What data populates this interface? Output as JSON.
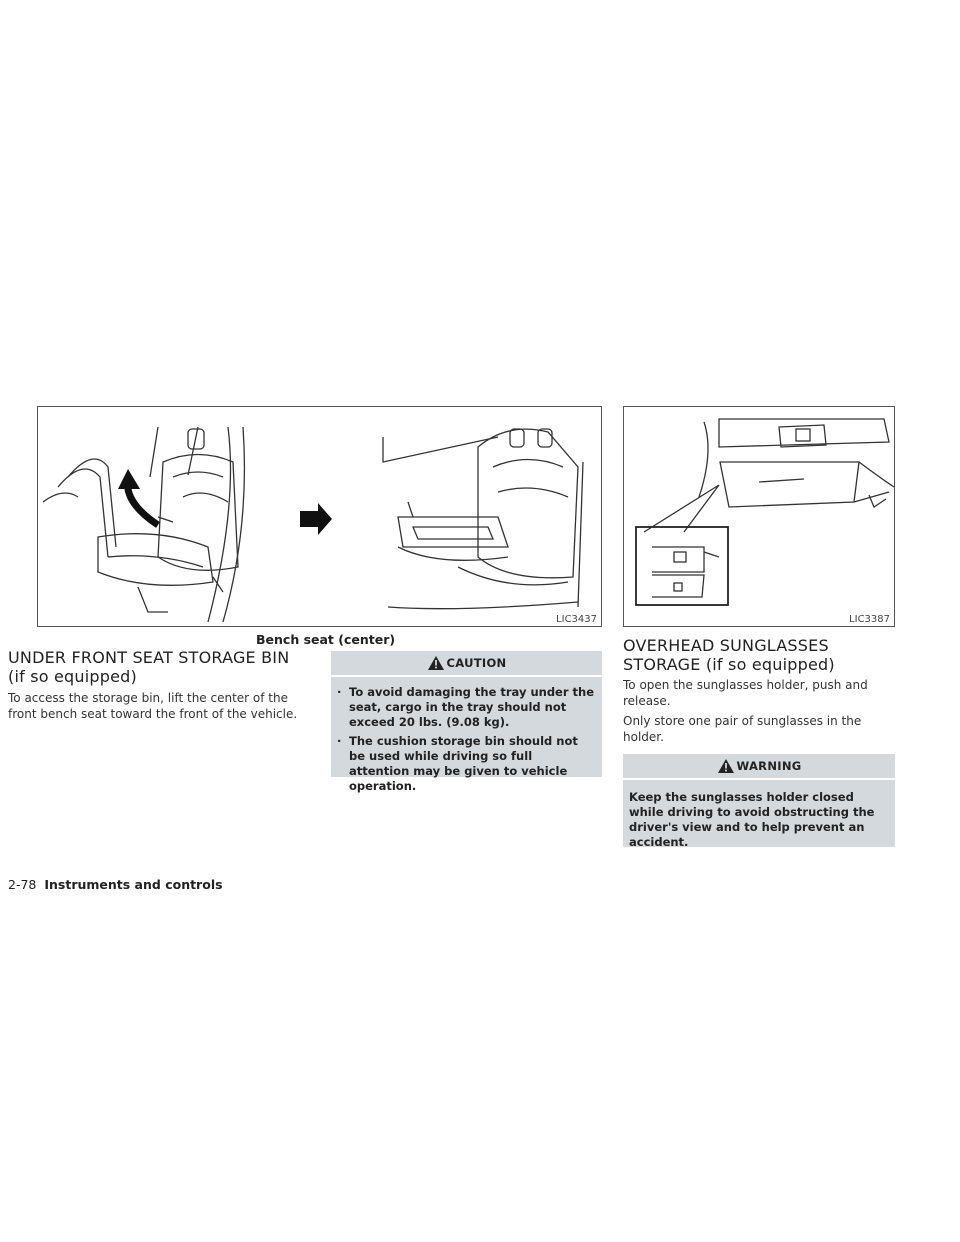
{
  "figures": {
    "seat": {
      "code": "LIC3437",
      "caption": "Bench seat (center)"
    },
    "sunglasses": {
      "code": "LIC3387"
    }
  },
  "left": {
    "title": "UNDER FRONT SEAT STORAGE BIN (if so equipped)",
    "body": "To access the storage bin, lift the center of the front bench seat toward the front of the vehicle."
  },
  "caution": {
    "label": "CAUTION",
    "items": [
      "To avoid damaging the tray under the seat, cargo in the tray should not exceed 20 lbs. (9.08 kg).",
      "The cushion storage bin should not be used while driving so full attention may be given to vehicle operation."
    ]
  },
  "right": {
    "title": "OVERHEAD SUNGLASSES STORAGE (if so equipped)",
    "p1": "To open the sunglasses holder, push and release.",
    "p2": "Only store one pair of sunglasses in the holder."
  },
  "warning": {
    "label": "WARNING",
    "text": "Keep the sunglasses holder closed while driving to avoid obstructing the driver's view and to help prevent an accident."
  },
  "footer": {
    "page": "2-78",
    "section": "Instruments and controls"
  },
  "colors": {
    "note_box": "#d4d9dd",
    "text": "#222222",
    "border": "#555555"
  }
}
